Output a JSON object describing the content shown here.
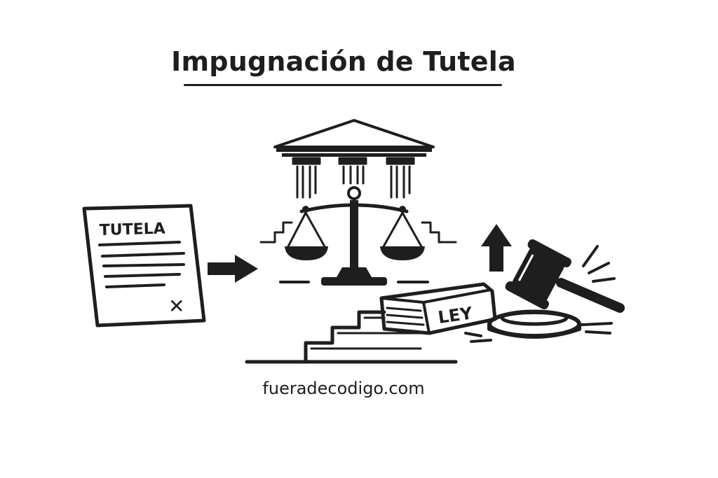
{
  "header": {
    "title": "Impugnación de Tutela"
  },
  "document": {
    "label": "TUTELA",
    "mark": "✕"
  },
  "book": {
    "label": "LEY"
  },
  "footer": {
    "site": "fueradecodigo.com"
  },
  "icons": {
    "document": "document-icon",
    "arrow": "arrow-right-icon",
    "courthouse": "courthouse-icon",
    "scales": "scales-of-justice-icon",
    "up_arrow": "arrow-up-icon",
    "gavel": "gavel-icon",
    "book": "law-book-icon",
    "stairs": "stairs-icon"
  },
  "colors": {
    "ink": "#1e1e1e",
    "paper": "#ffffff"
  }
}
